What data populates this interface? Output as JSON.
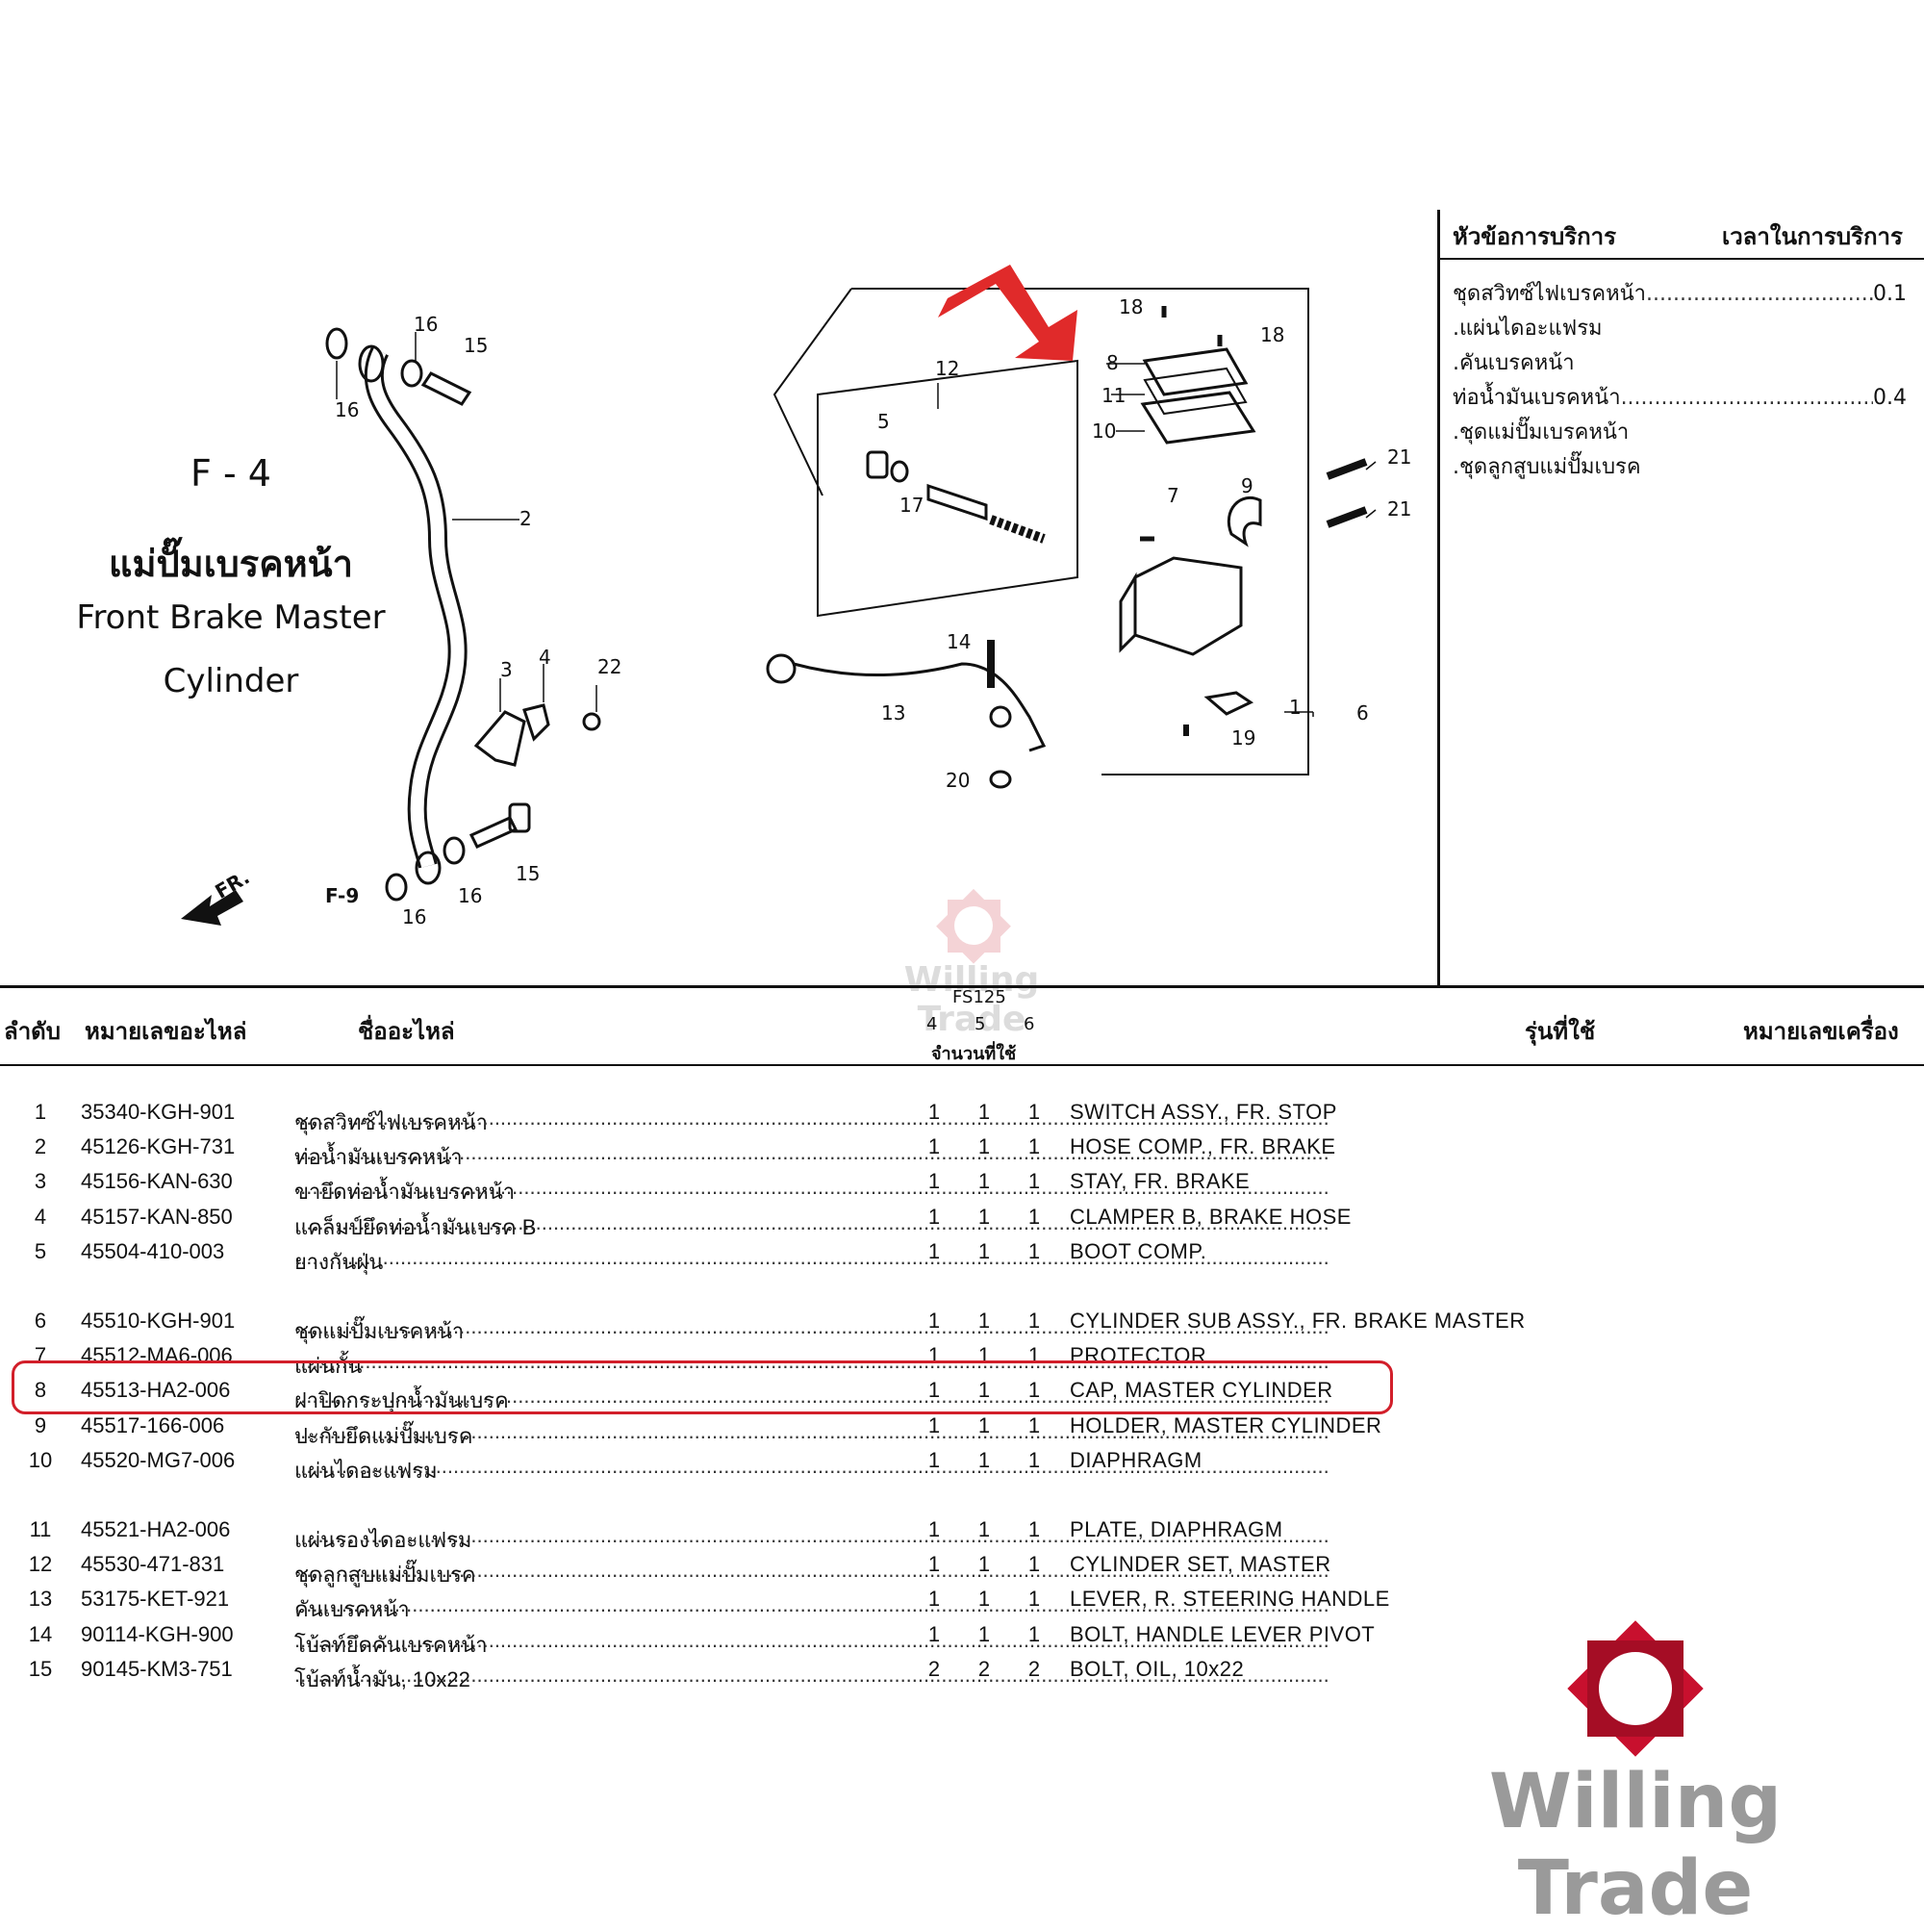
{
  "title": {
    "code": "F - 4",
    "name_th": "แม่ปั๊มเบรคหน้า",
    "name_en_line1": "Front Brake Master",
    "name_en_line2": "Cylinder"
  },
  "service_panel": {
    "header_topic": "หัวข้อการบริการ",
    "header_time": "เวลาในการบริการ",
    "items": [
      {
        "label": "ชุดสวิทซ์ไฟเบรคหน้า",
        "dots": true,
        "time": "0.1"
      },
      {
        "label": ".แผ่นไดอะแฟรม",
        "dots": false,
        "time": ""
      },
      {
        "label": ".คันเบรคหน้า",
        "dots": false,
        "time": ""
      },
      {
        "label": "ท่อน้ำมันเบรคหน้า",
        "dots": true,
        "time": "0.4"
      },
      {
        "label": ".ชุดแม่ปั๊มเบรคหน้า",
        "dots": false,
        "time": ""
      },
      {
        "label": ".ชุดลูกสูบแม่ปั๊มเบรค",
        "dots": false,
        "time": ""
      }
    ]
  },
  "diagram": {
    "callouts": [
      "1",
      "2",
      "3",
      "4",
      "5",
      "6",
      "7",
      "8",
      "9",
      "10",
      "11",
      "12",
      "13",
      "14",
      "15",
      "16",
      "17",
      "18",
      "19",
      "20",
      "21",
      "22"
    ],
    "fr_label": "FR.",
    "ref_label": "F-9"
  },
  "table": {
    "headers": {
      "no": "ลำดับ",
      "part_no": "หมายเลขอะไหล่",
      "part_name": "ชื่ออะไหล่",
      "model": "FS125",
      "sub_cols": [
        "4",
        "5",
        "6"
      ],
      "qty": "จำนวนที่ใช้",
      "used_in": "รุ่นที่ใช้",
      "engine_no": "หมายเลขเครื่อง"
    },
    "rows": [
      {
        "no": "1",
        "part": "35340-KGH-901",
        "th": "ชุดสวิทซ์ไฟเบรคหน้า",
        "q1": "1",
        "q2": "1",
        "q3": "1",
        "en": "SWITCH ASSY., FR. STOP"
      },
      {
        "no": "2",
        "part": "45126-KGH-731",
        "th": "ท่อน้ำมันเบรคหน้า",
        "q1": "1",
        "q2": "1",
        "q3": "1",
        "en": "HOSE COMP., FR. BRAKE"
      },
      {
        "no": "3",
        "part": "45156-KAN-630",
        "th": "ขายึดท่อน้ำมันเบรคหน้า",
        "q1": "1",
        "q2": "1",
        "q3": "1",
        "en": "STAY, FR. BRAKE"
      },
      {
        "no": "4",
        "part": "45157-KAN-850",
        "th": "แคล็มป์ยึดท่อน้ำมันเบรค B",
        "q1": "1",
        "q2": "1",
        "q3": "1",
        "en": "CLAMPER B, BRAKE HOSE"
      },
      {
        "no": "5",
        "part": "45504-410-003",
        "th": "ยางกันฝุ่น",
        "q1": "1",
        "q2": "1",
        "q3": "1",
        "en": "BOOT COMP."
      },
      {
        "no": "6",
        "part": "45510-KGH-901",
        "th": "ชุดแม่ปั๊มเบรคหน้า",
        "q1": "1",
        "q2": "1",
        "q3": "1",
        "en": "CYLINDER SUB ASSY., FR. BRAKE MASTER"
      },
      {
        "no": "7",
        "part": "45512-MA6-006",
        "th": "แผ่นกั้น",
        "q1": "1",
        "q2": "1",
        "q3": "1",
        "en": "PROTECTOR"
      },
      {
        "no": "8",
        "part": "45513-HA2-006",
        "th": "ฝาปิดกระปุกน้ำมันเบรค",
        "q1": "1",
        "q2": "1",
        "q3": "1",
        "en": "CAP, MASTER CYLINDER"
      },
      {
        "no": "9",
        "part": "45517-166-006",
        "th": "ปะกับยึดแม่ปั๊มเบรค",
        "q1": "1",
        "q2": "1",
        "q3": "1",
        "en": "HOLDER, MASTER CYLINDER"
      },
      {
        "no": "10",
        "part": "45520-MG7-006",
        "th": "แผ่นไดอะแฟรม",
        "q1": "1",
        "q2": "1",
        "q3": "1",
        "en": "DIAPHRAGM"
      },
      {
        "no": "11",
        "part": "45521-HA2-006",
        "th": "แผ่นรองไดอะแฟรม",
        "q1": "1",
        "q2": "1",
        "q3": "1",
        "en": "PLATE, DIAPHRAGM"
      },
      {
        "no": "12",
        "part": "45530-471-831",
        "th": "ชุดลูกสูบแม่ปั๊มเบรค",
        "q1": "1",
        "q2": "1",
        "q3": "1",
        "en": "CYLINDER SET, MASTER"
      },
      {
        "no": "13",
        "part": "53175-KET-921",
        "th": "คันเบรคหน้า",
        "q1": "1",
        "q2": "1",
        "q3": "1",
        "en": "LEVER, R. STEERING HANDLE"
      },
      {
        "no": "14",
        "part": "90114-KGH-900",
        "th": "โบ้ลท์ยึดคันเบรคหน้า",
        "q1": "1",
        "q2": "1",
        "q3": "1",
        "en": "BOLT, HANDLE LEVER PIVOT"
      },
      {
        "no": "15",
        "part": "90145-KM3-751",
        "th": "โบ้ลท์น้ำมัน, 10x22",
        "q1": "2",
        "q2": "2",
        "q3": "2",
        "en": "BOLT, OIL, 10x22"
      }
    ]
  },
  "highlight_row_no": "8",
  "colors": {
    "highlight": "#d21f2a",
    "arrow": "#e02a2a",
    "logo_red": "#c8102e",
    "logo_text": "#9a9a9a"
  },
  "logo": {
    "text": "Willing Trade",
    "watermark": "Willing Trade"
  }
}
